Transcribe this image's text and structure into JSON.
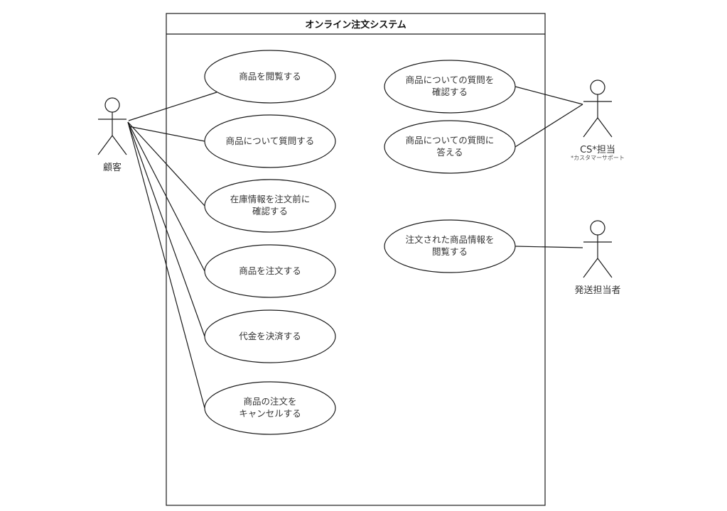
{
  "system": {
    "title": "オンライン注文システム"
  },
  "actors": [
    {
      "id": "customer",
      "label": "顧客"
    },
    {
      "id": "cs",
      "label": "CS*担当",
      "note": "*カスタマーサポート"
    },
    {
      "id": "shipping",
      "label": "発送担当者"
    }
  ],
  "use_cases": [
    {
      "id": "uc1",
      "lines": [
        "商品を閲覧する"
      ]
    },
    {
      "id": "uc2",
      "lines": [
        "商品について質問する"
      ]
    },
    {
      "id": "uc3",
      "lines": [
        "在庫情報を注文前に",
        "確認する"
      ]
    },
    {
      "id": "uc4",
      "lines": [
        "商品を注文する"
      ]
    },
    {
      "id": "uc5",
      "lines": [
        "代金を決済する"
      ]
    },
    {
      "id": "uc6",
      "lines": [
        "商品の注文を",
        "キャンセルする"
      ]
    },
    {
      "id": "uc7",
      "lines": [
        "商品についての質問を",
        "確認する"
      ]
    },
    {
      "id": "uc8",
      "lines": [
        "商品についての質問に",
        "答える"
      ]
    },
    {
      "id": "uc9",
      "lines": [
        "注文された商品情報を",
        "閲覧する"
      ]
    }
  ],
  "associations": [
    [
      "customer",
      "uc1"
    ],
    [
      "customer",
      "uc2"
    ],
    [
      "customer",
      "uc3"
    ],
    [
      "customer",
      "uc4"
    ],
    [
      "customer",
      "uc5"
    ],
    [
      "customer",
      "uc6"
    ],
    [
      "cs",
      "uc7"
    ],
    [
      "cs",
      "uc8"
    ],
    [
      "shipping",
      "uc9"
    ]
  ],
  "colors": {
    "stroke": "#1a1a1a",
    "text": "#333333",
    "background": "#ffffff"
  }
}
